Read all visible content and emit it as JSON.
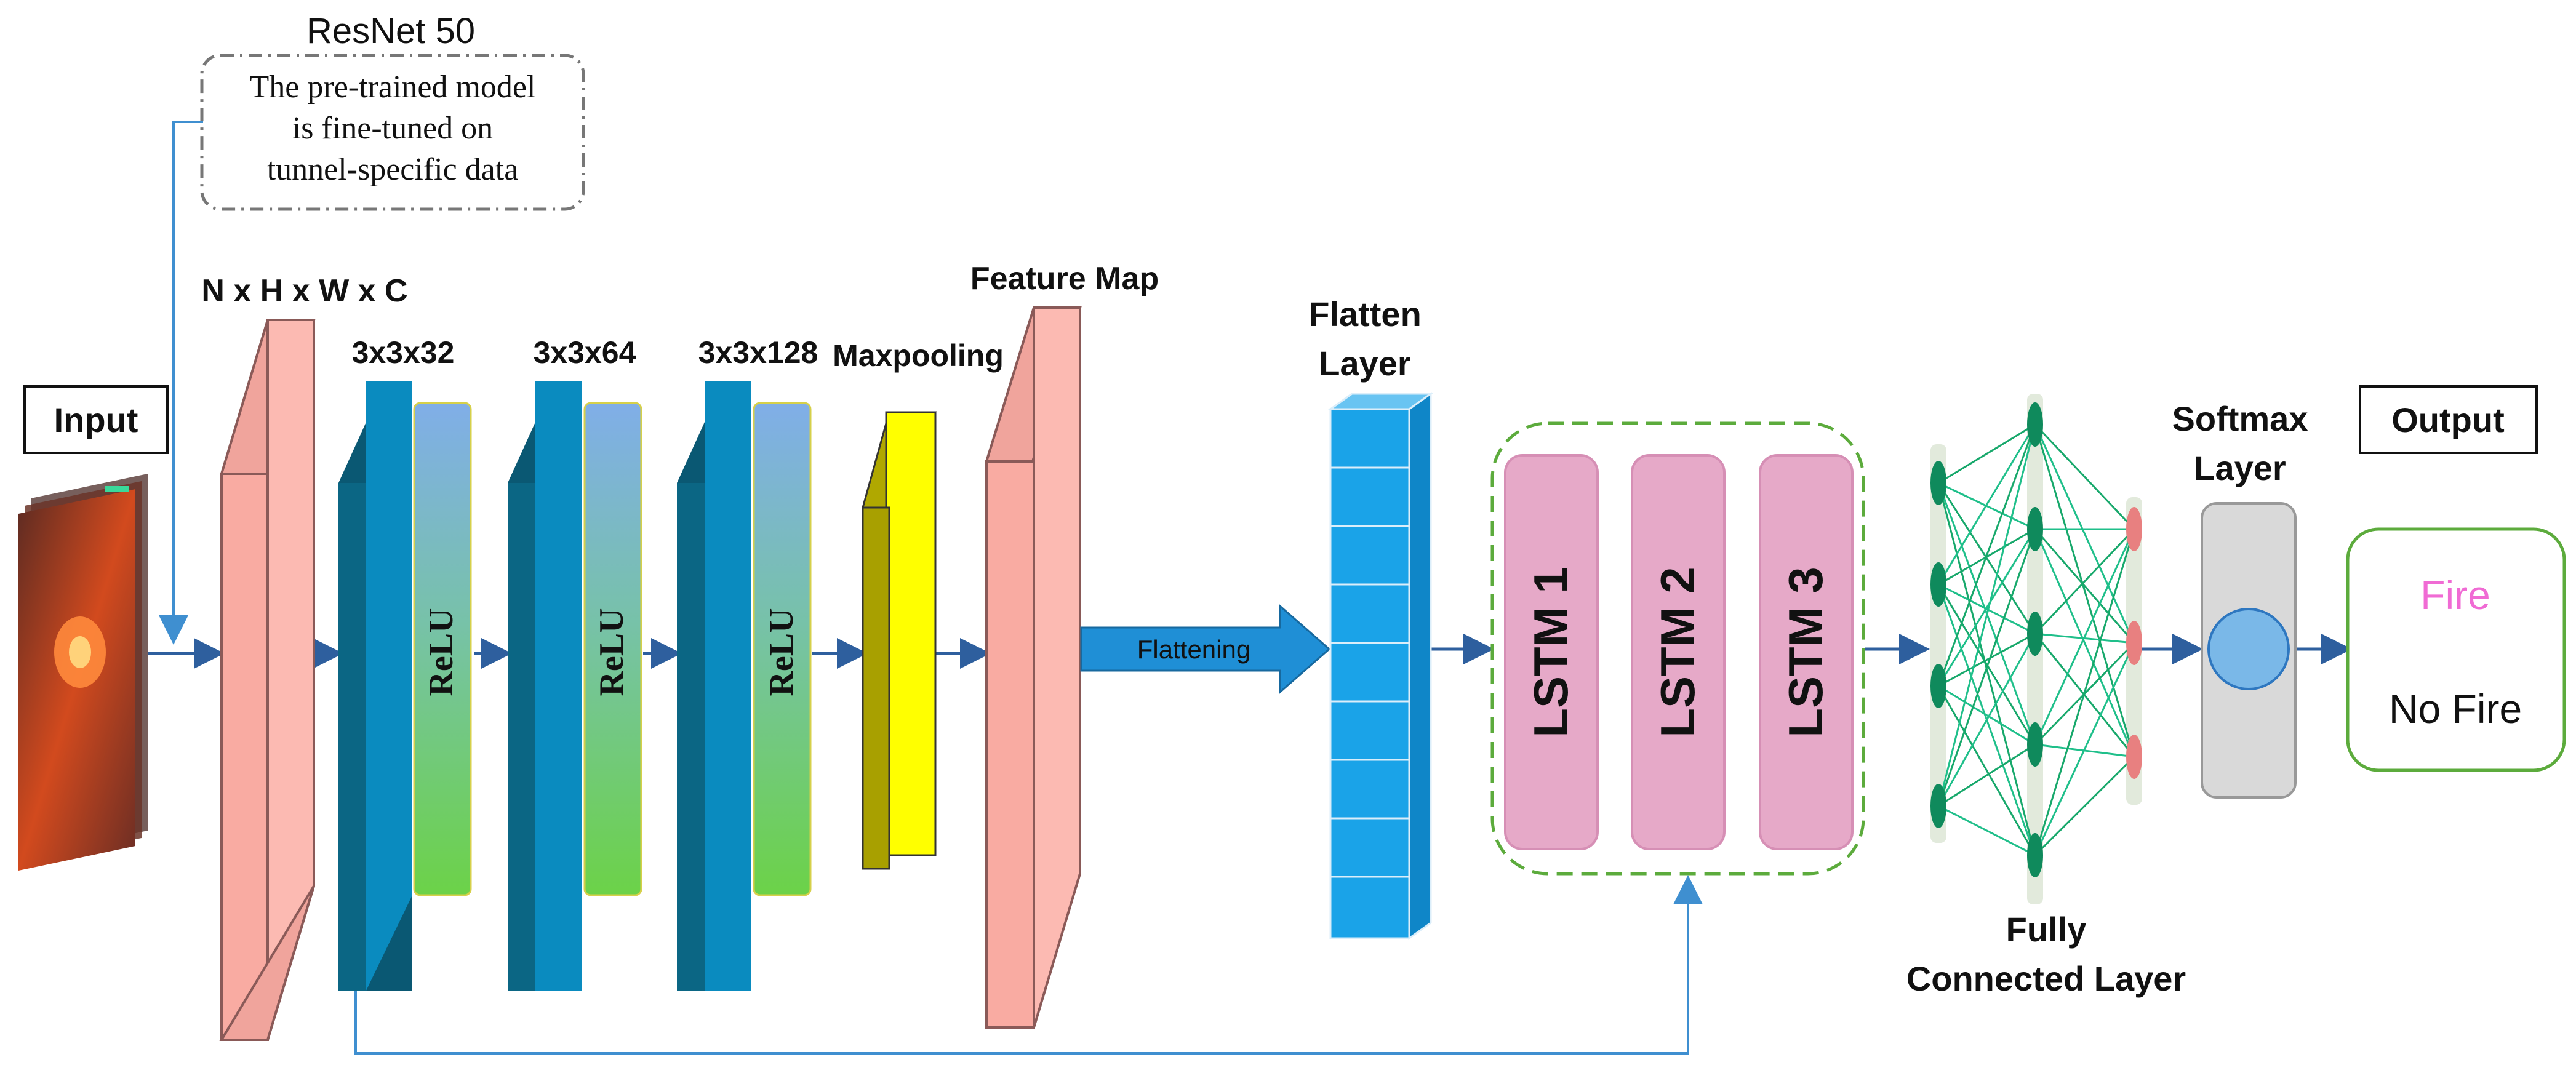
{
  "resnet": {
    "title": "ResNet 50",
    "note_lines": [
      "The pre-trained model",
      "is fine-tuned on",
      "tunnel-specific data"
    ]
  },
  "input": {
    "label": "Input"
  },
  "layers": {
    "input_dims": "N x H x W x C",
    "conv": [
      {
        "label": "3x3x32",
        "activation": "ReLU"
      },
      {
        "label": "3x3x64",
        "activation": "ReLU"
      },
      {
        "label": "3x3x128",
        "activation": "ReLU"
      }
    ],
    "maxpool": "Maxpooling",
    "feature_map": "Feature Map",
    "flattening": "Flattening",
    "flatten_layer": [
      "Flatten",
      "Layer"
    ]
  },
  "lstm": [
    "LSTM 1",
    "LSTM 2",
    "LSTM 3"
  ],
  "fully_connected": [
    "Fully",
    "Connected Layer"
  ],
  "softmax": [
    "Softmax",
    "Layer"
  ],
  "output": {
    "label": "Output",
    "classes": [
      "Fire",
      "No Fire"
    ]
  },
  "colors": {
    "arrow": "#2e5f9e",
    "feature_map": "#f9b1a8",
    "conv_front": "#0a8bbf",
    "conv_side": "#0a5873",
    "relu_top": "#7ab0e6",
    "relu_bottom": "#6fd24a",
    "maxpool": "#ffff00",
    "flatten": "#1aa3e8",
    "lstm": "#e6a9c8",
    "lstm_border": "#5cab3c",
    "fire": "#f06bd4",
    "softmax_node": "#7ab8e8",
    "fc_edge": "#17a86b",
    "fc_node": "#0f8a5c",
    "fc_out_node": "#e88080"
  },
  "icons": [
    "input-image-stack"
  ]
}
